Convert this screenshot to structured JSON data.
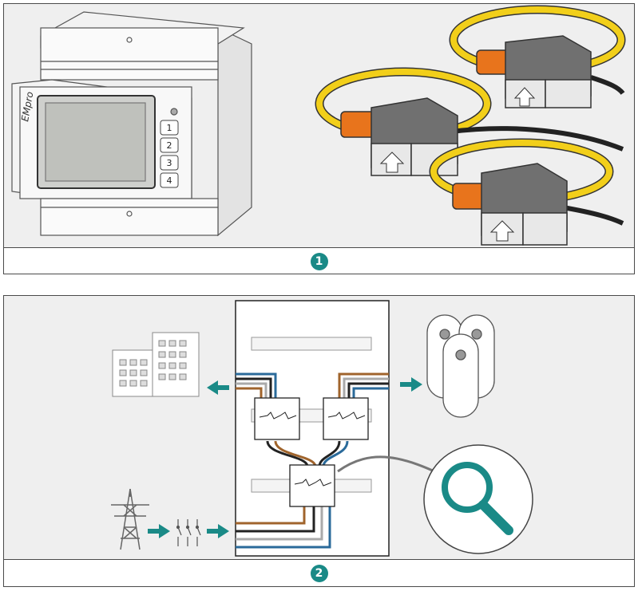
{
  "step1": {
    "badge": "1",
    "meter_brand": "EMpro",
    "meter_buttons": [
      "1",
      "2",
      "3",
      "4"
    ]
  },
  "step2": {
    "badge": "2"
  },
  "colors": {
    "accent": "#1a8a87",
    "coil_yellow": "#f2cf1a",
    "connector_orange": "#e8741c",
    "sensor_gray": "#707070"
  },
  "icons": [
    "building-icon",
    "pylon-icon",
    "switch-icon",
    "magnifier-icon",
    "clamp-sensor-icon",
    "arrow-icon"
  ]
}
